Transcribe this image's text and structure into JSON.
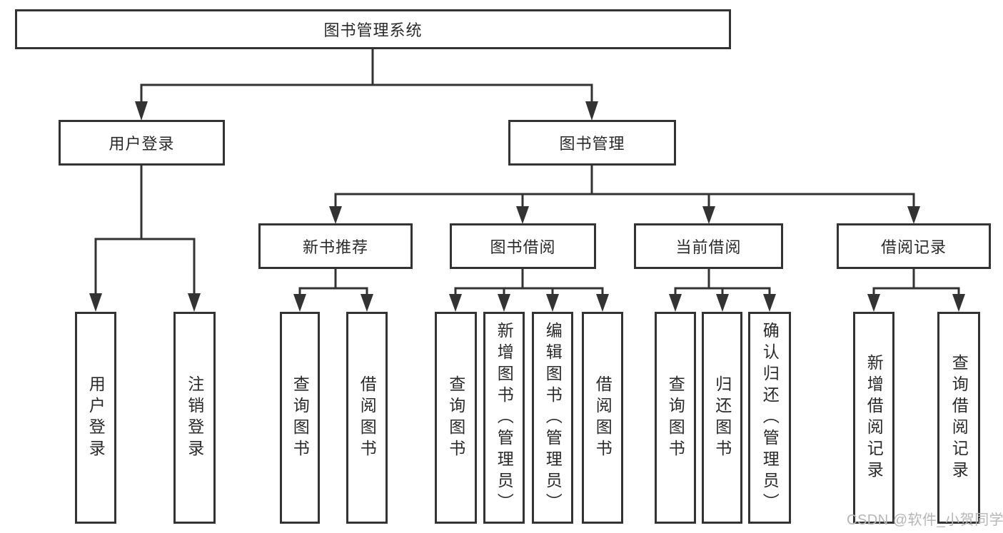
{
  "diagram": {
    "type": "hierarchy-flowchart",
    "tree": {
      "label": "图书管理系统",
      "children": [
        {
          "label": "用户登录",
          "children": [
            {
              "label": "用户登录"
            },
            {
              "label": "注销登录"
            }
          ]
        },
        {
          "label": "图书管理",
          "children": [
            {
              "label": "新书推荐",
              "children": [
                {
                  "label": "查询图书"
                },
                {
                  "label": "借阅图书"
                }
              ]
            },
            {
              "label": "图书借阅",
              "children": [
                {
                  "label": "查询图书"
                },
                {
                  "label": "新增图书（管理员）"
                },
                {
                  "label": "编辑图书（管理员）"
                },
                {
                  "label": "借阅图书"
                }
              ]
            },
            {
              "label": "当前借阅",
              "children": [
                {
                  "label": "查询图书"
                },
                {
                  "label": "归还图书"
                },
                {
                  "label": "确认归还（管理员）"
                }
              ]
            },
            {
              "label": "借阅记录",
              "children": [
                {
                  "label": "新增借阅记录"
                },
                {
                  "label": "查询借阅记录"
                }
              ]
            }
          ]
        }
      ]
    }
  },
  "watermark": {
    "text": "CSDN @软件_小贺同学"
  },
  "colors": {
    "line": "#333333",
    "box_border": "#333333",
    "box_fill": "#ffffff",
    "text": "#2a2a2a",
    "watermark": "#b6b6b6",
    "background": "#ffffff"
  }
}
